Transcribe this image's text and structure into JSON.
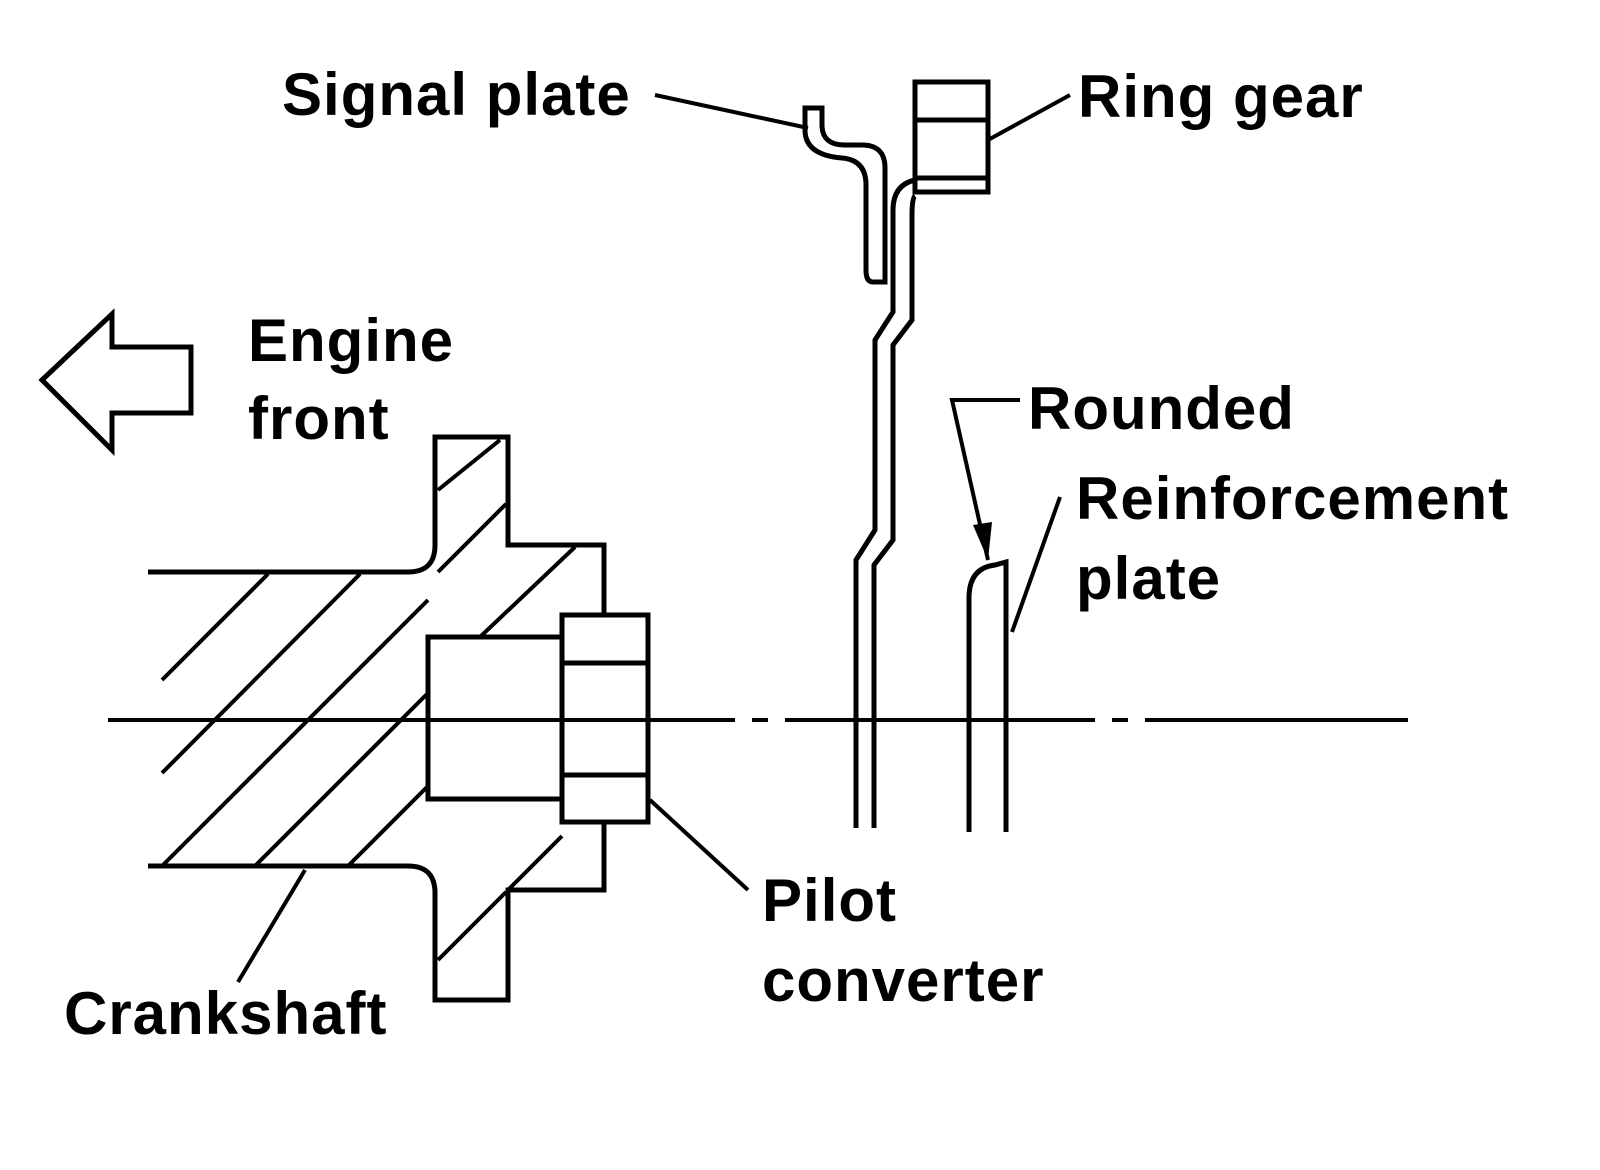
{
  "labels": {
    "signal_plate": "Signal plate",
    "ring_gear": "Ring gear",
    "engine_front_line1": "Engine",
    "engine_front_line2": "front",
    "rounded": "Rounded",
    "reinforcement_line1": "Reinforcement",
    "reinforcement_line2": "plate",
    "pilot_line1": "Pilot",
    "pilot_line2": "converter",
    "crankshaft": "Crankshaft"
  },
  "colors": {
    "ink": "#000000",
    "background": "#ffffff"
  }
}
